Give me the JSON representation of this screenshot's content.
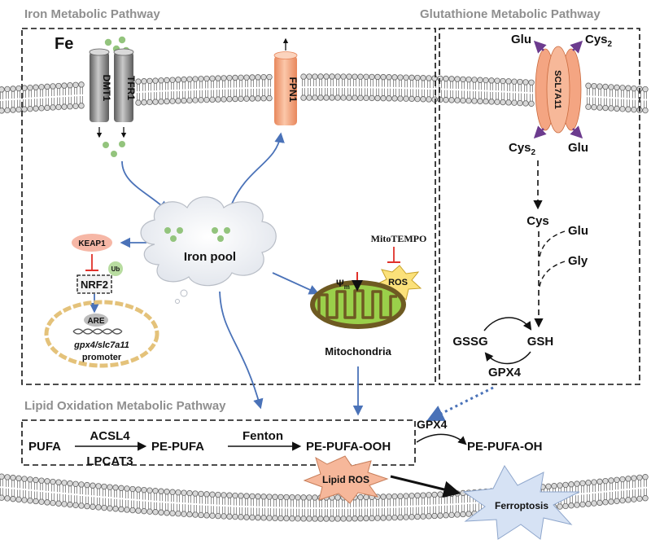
{
  "sections": {
    "iron": "Iron Metabolic Pathway",
    "glutathione": "Glutathione Metabolic Pathway",
    "lipid": "Lipid Oxidation Metabolic Pathway"
  },
  "iron": {
    "fe": "Fe",
    "dmt1": "DMT1",
    "tfr1": "TFR1",
    "fpn1": "FPN1",
    "iron_pool": "Iron pool",
    "keap1": "KEAP1",
    "ub": "Ub",
    "nrf2": "NRF2",
    "are": "ARE",
    "gene": "gpx4/slc7a11",
    "promoter": "promoter",
    "mitotempo": "MitoTEMPO",
    "ros": "ROS",
    "psi": "Ψ",
    "psi_sub": "m",
    "mitochondria": "Mitochondria"
  },
  "glutathione": {
    "glu_top": "Glu",
    "cys2_top": "Cys",
    "cys2_top_sub": "2",
    "slc7a11": "SCL7A11",
    "cys2_bottom": "Cys",
    "cys2_bottom_sub": "2",
    "glu_bottom": "Glu",
    "cys": "Cys",
    "glu": "Glu",
    "gly": "Gly",
    "gssg": "GSSG",
    "gsh": "GSH",
    "gpx4": "GPX4"
  },
  "lipid": {
    "pufa": "PUFA",
    "acsl4": "ACSL4",
    "lpcat3": "LPCAT3",
    "pe_pufa": "PE-PUFA",
    "fenton": "Fenton",
    "pe_pufa_ooh": "PE-PUFA-OOH",
    "gpx4": "GPX4",
    "pe_pufa_oh": "PE-PUFA-OH",
    "lipid_ros": "Lipid ROS",
    "ferroptosis": "Ferroptosis"
  },
  "colors": {
    "iron_dot": "#93c47d",
    "transporter": "#8a8a8a",
    "fpn1": "#f4a582",
    "slc7a11": "#f4a582",
    "cloud": "#eaedf2",
    "keap1": "#f6b7a6",
    "mito_outer": "#6e5a22",
    "mito_inner": "#9ad04a",
    "ros_star": "#fbe17a",
    "lipid_ros_star": "#f6b79a",
    "ferroptosis_star": "#d6e2f4",
    "arrow_blue": "#4a72b8",
    "inhibit_red": "#e0312a",
    "purple": "#6c3b8e"
  }
}
